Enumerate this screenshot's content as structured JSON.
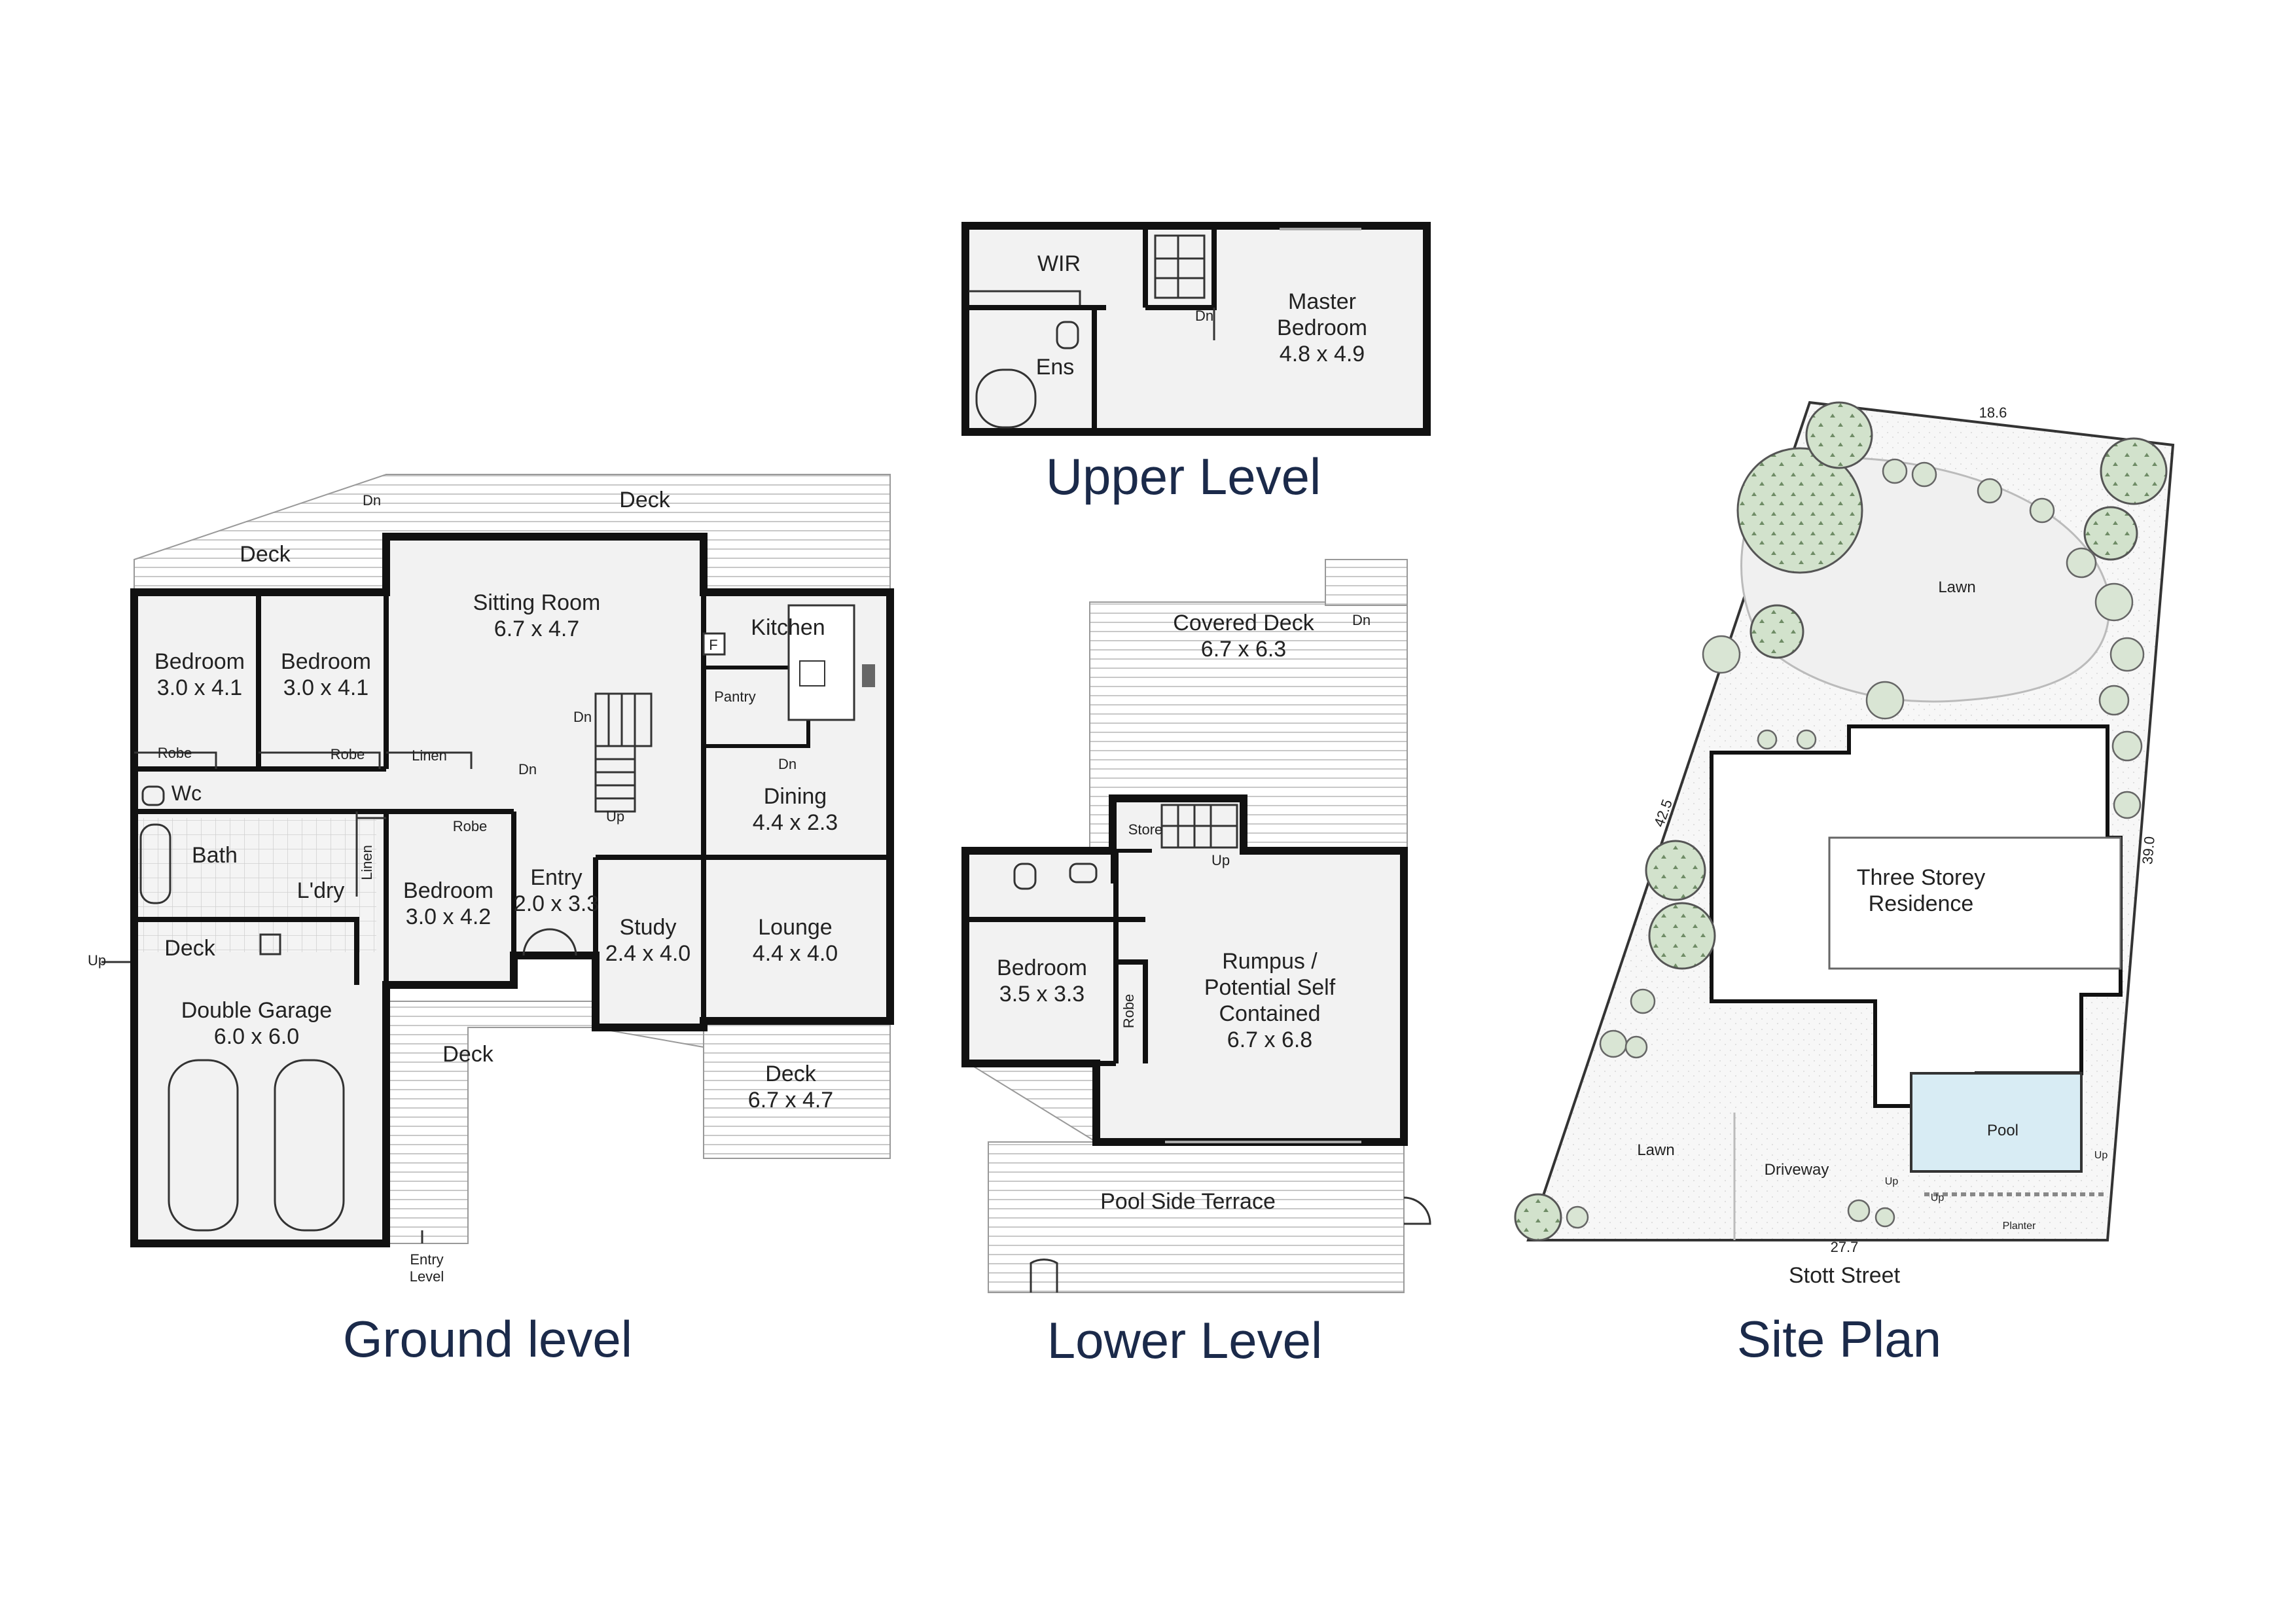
{
  "sections": {
    "ground": "Ground level",
    "upper": "Upper Level",
    "lower": "Lower Level",
    "site": "Site Plan"
  },
  "upper": {
    "wir": "WIR",
    "ens": "Ens",
    "dn": "Dn",
    "master_name": "Master",
    "master_name2": "Bedroom",
    "master_dim": "4.8 x 4.9"
  },
  "ground": {
    "deck_top": "Deck",
    "deck_left": "Deck",
    "dn_top": "Dn",
    "sitting_name": "Sitting Room",
    "sitting_dim": "6.7 x 4.7",
    "bed1_name": "Bedroom",
    "bed1_dim": "3.0 x 4.1",
    "bed2_name": "Bedroom",
    "bed2_dim": "3.0 x 4.1",
    "robe1": "Robe",
    "robe2": "Robe",
    "robe3": "Robe",
    "linen1": "Linen",
    "linen2": "Linen",
    "wc": "Wc",
    "bath": "Bath",
    "laundry": "L'dry",
    "deck_small": "Deck",
    "up_left": "Up",
    "bed3_name": "Bedroom",
    "bed3_dim": "3.0 x 4.2",
    "entry_name": "Entry",
    "entry_dim": "2.0 x 3.3",
    "study_name": "Study",
    "study_dim": "2.4 x 4.0",
    "kitchen": "Kitchen",
    "f": "F",
    "pantry": "Pantry",
    "dn_stair": "Dn",
    "dn_hall": "Dn",
    "dn_kitchen": "Dn",
    "up_stair": "Up",
    "dining_name": "Dining",
    "dining_dim": "4.4 x 2.3",
    "lounge_name": "Lounge",
    "lounge_dim": "4.4 x 4.0",
    "garage_name": "Double Garage",
    "garage_dim": "6.0 x 6.0",
    "deck_front": "Deck",
    "deck_rear_name": "Deck",
    "deck_rear_dim": "6.7 x 4.7",
    "entry_level1": "Entry",
    "entry_level2": "Level"
  },
  "lower": {
    "covered_name": "Covered Deck",
    "covered_dim": "6.7 x 6.3",
    "dn": "Dn",
    "store": "Store",
    "up": "Up",
    "bed_name": "Bedroom",
    "bed_dim": "3.5 x 3.3",
    "robe": "Robe",
    "rumpus1": "Rumpus /",
    "rumpus2": "Potential  Self",
    "rumpus3": "Contained",
    "rumpus_dim": "6.7 x 6.8",
    "terrace": "Pool Side Terrace"
  },
  "site": {
    "top_dim": "18.6",
    "left_dim": "42.5",
    "right_dim": "39.0",
    "bottom_dim": "27.7",
    "lawn_top": "Lawn",
    "lawn_bottom": "Lawn",
    "residence1": "Three Storey",
    "residence2": "Residence",
    "driveway": "Driveway",
    "pool": "Pool",
    "up1": "Up",
    "up2": "Up",
    "up3": "Up",
    "planter": "Planter",
    "street": "Stott Street"
  }
}
